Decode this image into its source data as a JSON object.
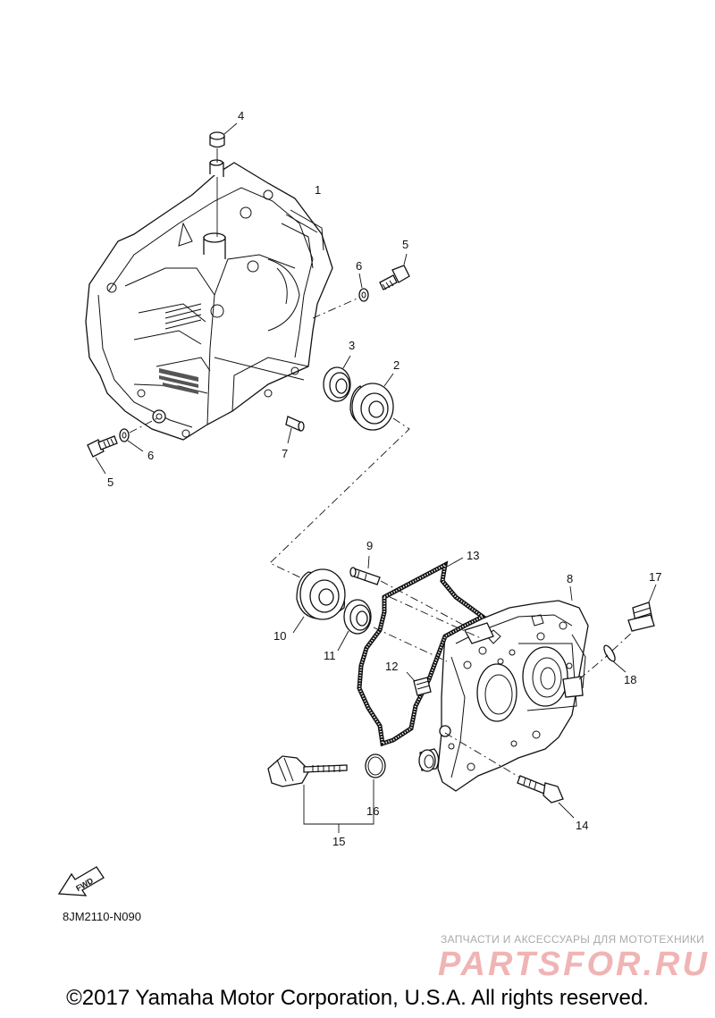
{
  "diagram": {
    "callouts": [
      "1",
      "2",
      "3",
      "4",
      "5",
      "5",
      "6",
      "6",
      "7",
      "8",
      "9",
      "10",
      "11",
      "12",
      "13",
      "14",
      "15",
      "16",
      "17",
      "18"
    ],
    "fwd_label": "FWD",
    "diagram_code": "8JM2110-N090",
    "copyright": "©2017 Yamaha Motor Corporation, U.S.A. All rights reserved."
  },
  "watermark": {
    "tagline": "ЗАПЧАСТИ И АКСЕССУАРЫ ДЛЯ МОТОТЕХНИКИ",
    "logo": "PARTSFOR.RU",
    "logo_color": "#f0b4b4",
    "tagline_color": "#aaaaaa"
  }
}
